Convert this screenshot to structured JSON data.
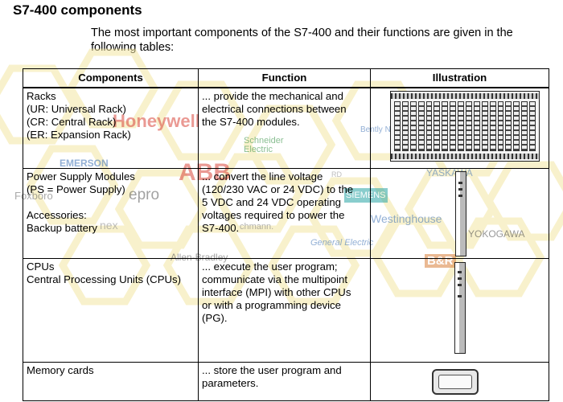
{
  "heading": "S7-400 components",
  "intro": "The most important components of the S7-400 and their functions are given in the following tables:",
  "table": {
    "headers": [
      "Components",
      "Function",
      "Illustration"
    ],
    "rows": [
      {
        "component_lines": [
          "Racks",
          "(UR: Universal Rack)",
          "(CR: Central Rack)",
          "(ER: Expansion Rack)"
        ],
        "function_lines": [
          "... provide the mechanical and",
          "electrical connections between",
          "the S7-400 modules."
        ],
        "illustration": "rack-illustration"
      },
      {
        "component_lines": [
          "Power Supply Modules",
          "(PS = Power Supply)",
          "",
          "Accessories:",
          "Backup battery"
        ],
        "function_lines": [
          "... convert the line voltage",
          "(120/230 VAC or 24 VDC) to the",
          "5 VDC and 24 VDC operating",
          "voltages required to power the",
          "S7-400."
        ],
        "illustration": "power-supply-module-illustration"
      },
      {
        "component_lines": [
          "CPUs",
          "Central Processing Units (CPUs)"
        ],
        "function_lines": [
          "... execute the user program;",
          "communicate via the multipoint",
          "interface (MPI) with other CPUs",
          "or with a programming device",
          "(PG)."
        ],
        "illustration": "cpu-module-illustration"
      },
      {
        "component_lines": [
          "Memory cards"
        ],
        "function_lines": [
          "... store the user program and",
          "parameters."
        ],
        "illustration": "memory-card-illustration"
      }
    ]
  },
  "watermark": {
    "brands": [
      "Honeywell",
      "Bently Nevada",
      "Schneider Electric",
      "EMERSON",
      "ABB",
      "YASKAWA",
      "Foxboro",
      "epro",
      "SIEMENS",
      "Westinghouse",
      "YOKOGAWA",
      "chmann.",
      "General Electric",
      "Allen-Bradley",
      "B&R",
      "nex",
      "RD"
    ],
    "colors": {
      "honeycomb": "#f3e6a3",
      "red": "#d9463b",
      "blue": "#3a6fb3",
      "teal": "#2aa6a6"
    }
  }
}
